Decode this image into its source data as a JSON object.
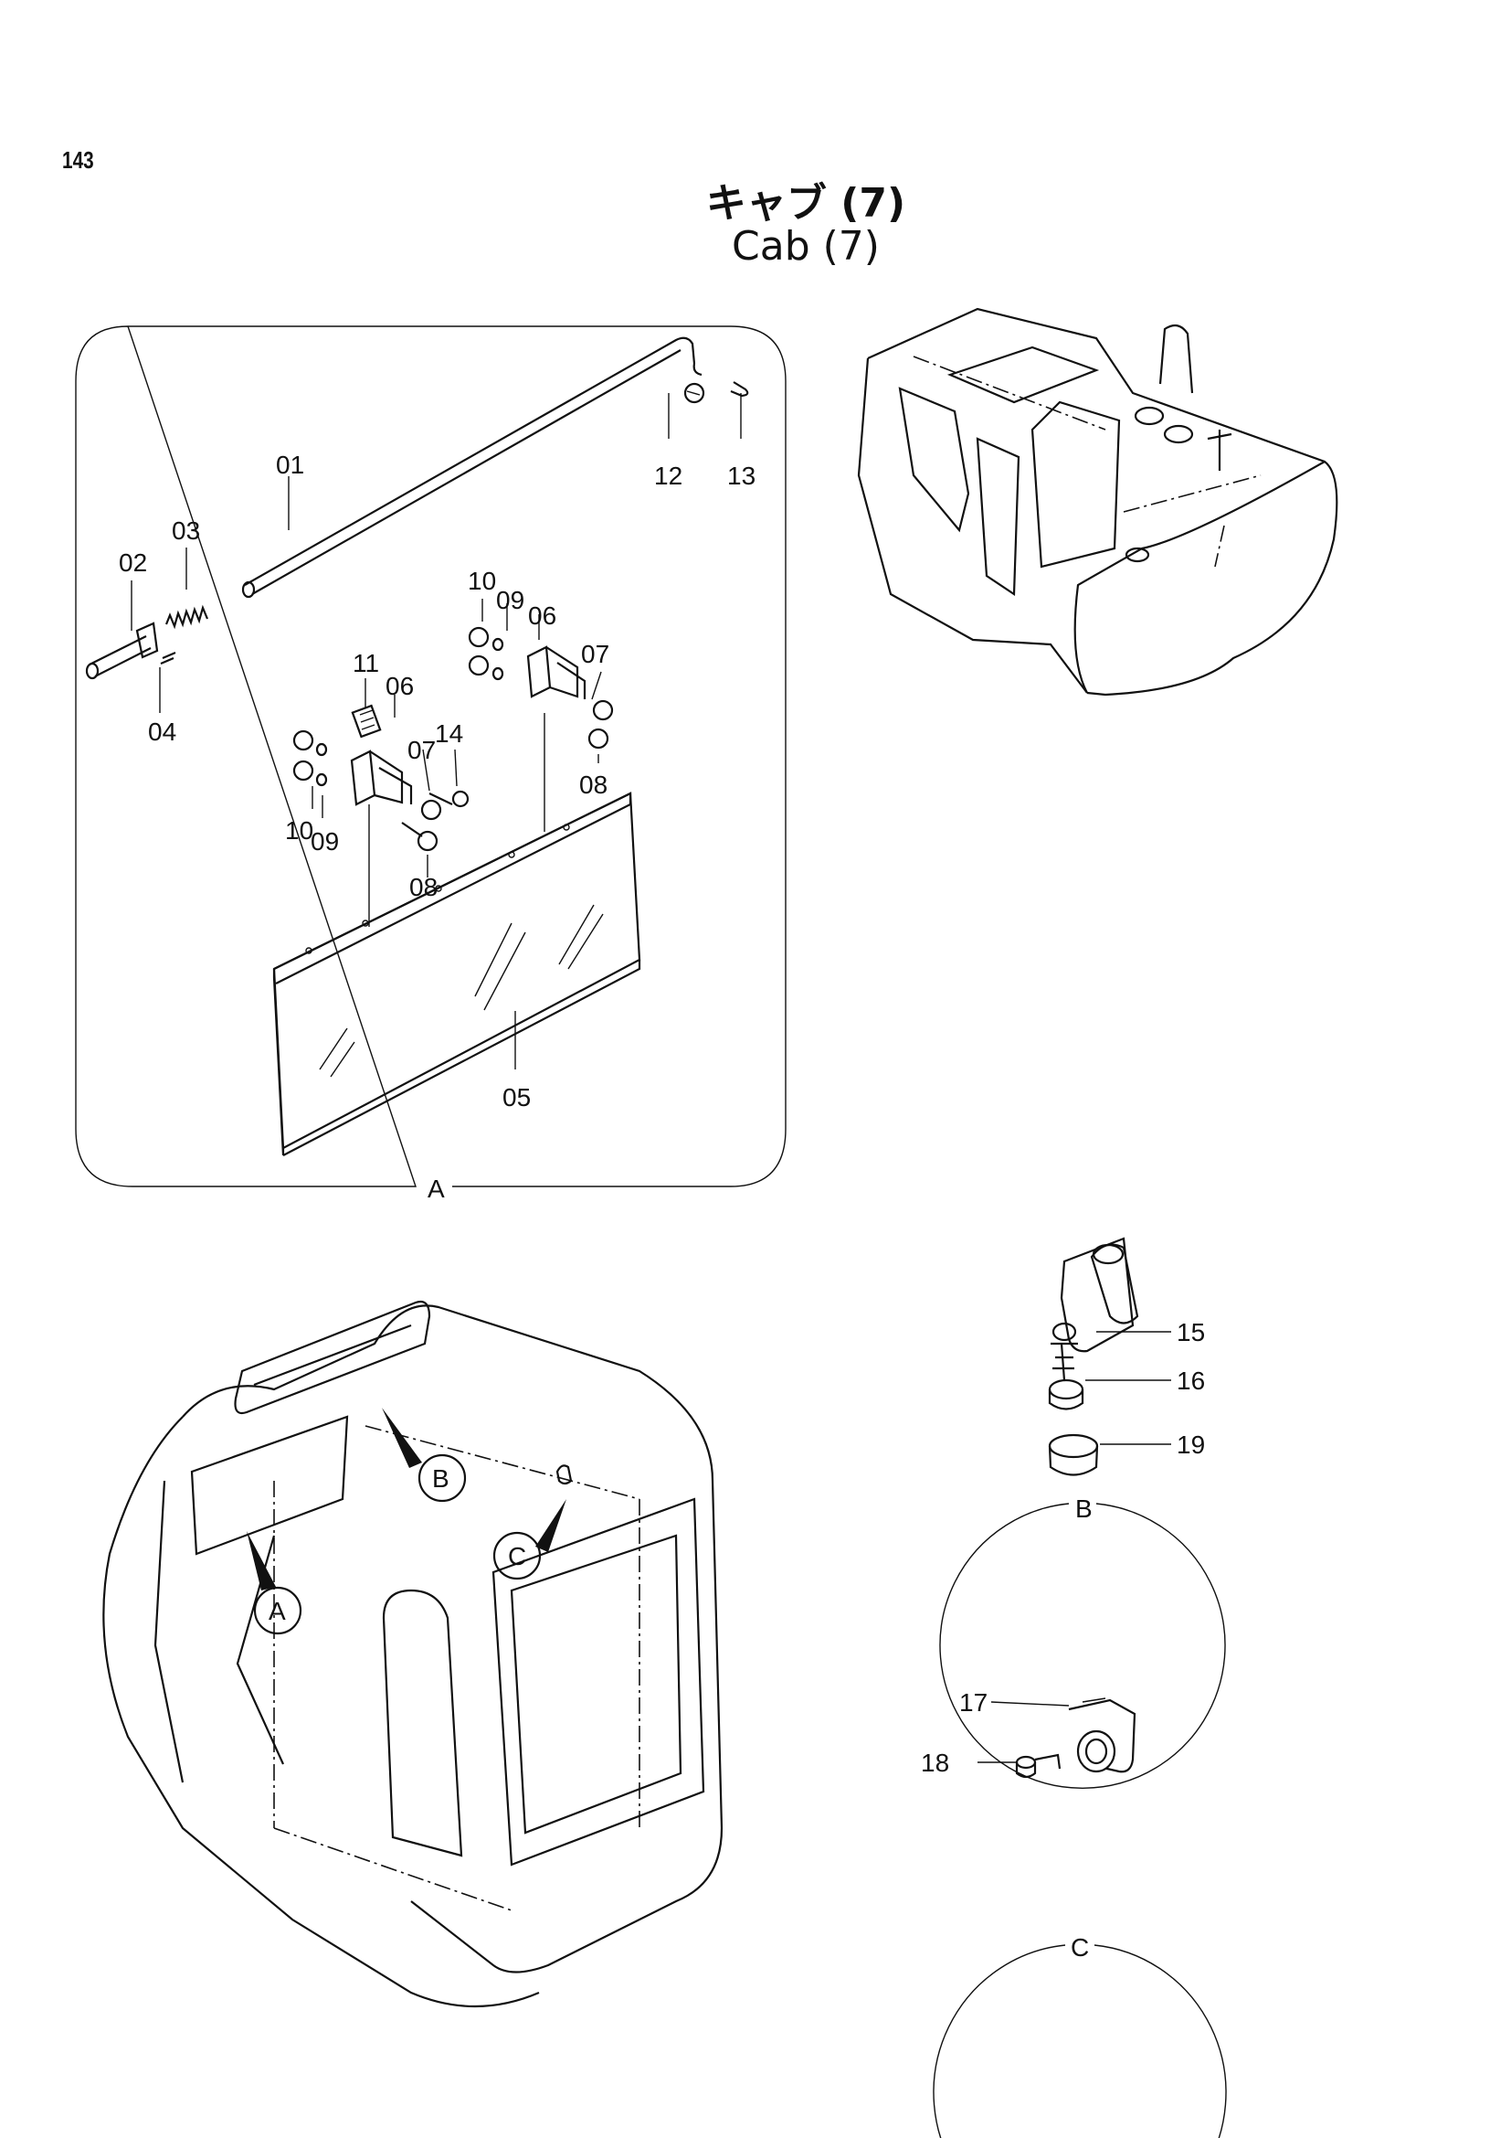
{
  "page": {
    "number": "143"
  },
  "title": {
    "japanese": "キャブ (7)",
    "english": "Cab (7)"
  },
  "detail_a": {
    "label": "A",
    "callouts": [
      "01",
      "02",
      "03",
      "04",
      "05",
      "06",
      "06",
      "07",
      "07",
      "08",
      "08",
      "09",
      "09",
      "10",
      "10",
      "11",
      "12",
      "13",
      "14"
    ]
  },
  "detail_b": {
    "label": "B",
    "callouts": [
      "15",
      "16",
      "19"
    ]
  },
  "detail_c": {
    "label": "C",
    "callouts": [
      "17",
      "18"
    ]
  },
  "cab_view": {
    "markers": [
      "A",
      "B",
      "C"
    ]
  }
}
